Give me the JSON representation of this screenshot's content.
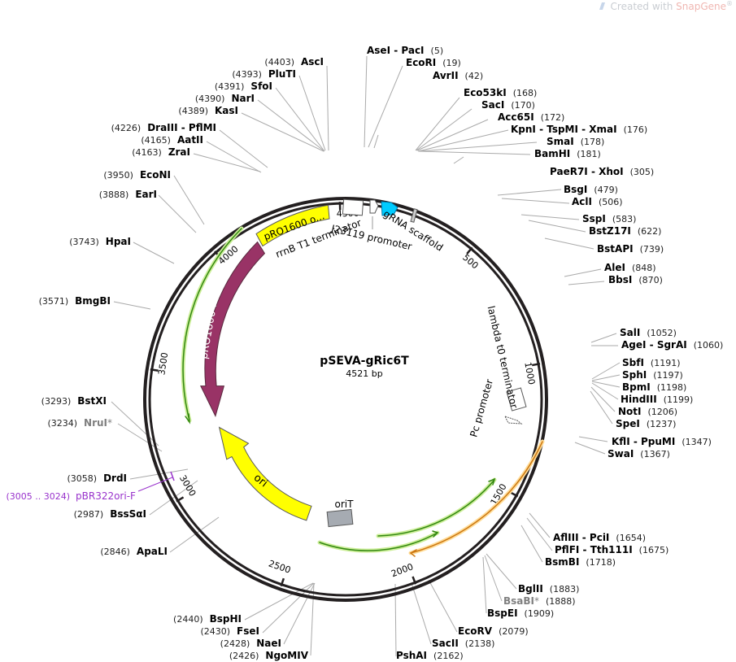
{
  "watermark": {
    "prefix": "Created with ",
    "brand": "SnapGene",
    "mark": "®"
  },
  "map": {
    "name": "pSEVA-gRic6T",
    "length_label": "4521 bp",
    "total_bp": 4521,
    "ticks": [
      {
        "bp": 500,
        "label": "500"
      },
      {
        "bp": 1000,
        "label": "1000"
      },
      {
        "bp": 1500,
        "label": "1500"
      },
      {
        "bp": 2000,
        "label": "2000"
      },
      {
        "bp": 2500,
        "label": "2500"
      },
      {
        "bp": 3000,
        "label": "3000"
      },
      {
        "bp": 3500,
        "label": "3500"
      },
      {
        "bp": 4000,
        "label": "4000"
      },
      {
        "bp": 4500,
        "label": "4500"
      }
    ],
    "colors": {
      "backbone": "#231f20",
      "enzyme_text": "#000000",
      "enzyme_pos": "#222222",
      "nonunique_enzyme": "#7f7f7f",
      "primer": "#9933cc",
      "ori": "#ffff00",
      "rep": "#993366",
      "marker_green": "#33aa11",
      "marker_orange": "#dd8822",
      "gRNA": "#00ccff",
      "oriT": "#a6abb2"
    },
    "features": [
      {
        "id": "ori",
        "label": "ori"
      },
      {
        "id": "rep",
        "label": "pRO1600 Rep"
      },
      {
        "id": "pro1600ori",
        "label": "pRO1600 o..."
      },
      {
        "id": "rrnB",
        "label": "rrnB T1 terminator"
      },
      {
        "id": "j23119",
        "label": "J23119 promoter"
      },
      {
        "id": "grna",
        "label": "gRNA scaffold"
      },
      {
        "id": "lambda",
        "label": "lambda t0 terminator"
      },
      {
        "id": "pc",
        "label": "Pc promoter"
      },
      {
        "id": "orit",
        "label": "oriT"
      }
    ],
    "primer": {
      "name": "pBR322ori-F",
      "pos": "(3005 .. 3024)"
    },
    "enzymes": [
      {
        "name": "AseI - PacI",
        "pos": "(5)"
      },
      {
        "name": "EcoRI",
        "pos": "(19)"
      },
      {
        "name": "AvrII",
        "pos": "(42)"
      },
      {
        "name": "Eco53kI",
        "pos": "(168)"
      },
      {
        "name": "SacI",
        "pos": "(170)"
      },
      {
        "name": "Acc65I",
        "pos": "(172)"
      },
      {
        "name": "KpnI - TspMI - XmaI",
        "pos": "(176)"
      },
      {
        "name": "SmaI",
        "pos": "(178)"
      },
      {
        "name": "BamHI",
        "pos": "(181)"
      },
      {
        "name": "PaeR7I - XhoI",
        "pos": "(305)"
      },
      {
        "name": "BsgI",
        "pos": "(479)"
      },
      {
        "name": "AclI",
        "pos": "(506)"
      },
      {
        "name": "SspI",
        "pos": "(583)"
      },
      {
        "name": "BstZ17I",
        "pos": "(622)"
      },
      {
        "name": "BstAPI",
        "pos": "(739)"
      },
      {
        "name": "AleI",
        "pos": "(848)"
      },
      {
        "name": "BbsI",
        "pos": "(870)"
      },
      {
        "name": "SalI",
        "pos": "(1052)"
      },
      {
        "name": "AgeI - SgrAI",
        "pos": "(1060)"
      },
      {
        "name": "SbfI",
        "pos": "(1191)"
      },
      {
        "name": "SphI",
        "pos": "(1197)"
      },
      {
        "name": "BpmI",
        "pos": "(1198)"
      },
      {
        "name": "HindIII",
        "pos": "(1199)"
      },
      {
        "name": "NotI",
        "pos": "(1206)"
      },
      {
        "name": "SpeI",
        "pos": "(1237)"
      },
      {
        "name": "KflI - PpuMI",
        "pos": "(1347)"
      },
      {
        "name": "SwaI",
        "pos": "(1367)"
      },
      {
        "name": "AflIII - PciI",
        "pos": "(1654)"
      },
      {
        "name": "PflFI - Tth111I",
        "pos": "(1675)"
      },
      {
        "name": "BsmBI",
        "pos": "(1718)"
      },
      {
        "name": "BglII",
        "pos": "(1883)"
      },
      {
        "name": "BsaBI",
        "pos": "(1888)",
        "star": "*",
        "gray": true
      },
      {
        "name": "BspEI",
        "pos": "(1909)"
      },
      {
        "name": "EcoRV",
        "pos": "(2079)"
      },
      {
        "name": "SacII",
        "pos": "(2138)"
      },
      {
        "name": "PshAI",
        "pos": "(2162)"
      },
      {
        "name": "BspHI",
        "pos": "(2440)"
      },
      {
        "name": "FseI",
        "pos": "(2430)"
      },
      {
        "name": "NaeI",
        "pos": "(2428)"
      },
      {
        "name": "NgoMIV",
        "pos": "(2426)"
      },
      {
        "name": "ApaLI",
        "pos": "(2846)"
      },
      {
        "name": "BssSαI",
        "pos": "(2987)"
      },
      {
        "name": "DrdI",
        "pos": "(3058)"
      },
      {
        "name": "NruI",
        "pos": "(3234)",
        "star": "*",
        "gray": true
      },
      {
        "name": "BstXI",
        "pos": "(3293)"
      },
      {
        "name": "BmgBI",
        "pos": "(3571)"
      },
      {
        "name": "HpaI",
        "pos": "(3743)"
      },
      {
        "name": "EarI",
        "pos": "(3888)"
      },
      {
        "name": "EcoNI",
        "pos": "(3950)"
      },
      {
        "name": "ZraI",
        "pos": "(4163)"
      },
      {
        "name": "AatII",
        "pos": "(4165)"
      },
      {
        "name": "DraIII - PflMI",
        "pos": "(4226)"
      },
      {
        "name": "KasI",
        "pos": "(4389)"
      },
      {
        "name": "NarI",
        "pos": "(4390)"
      },
      {
        "name": "SfoI",
        "pos": "(4391)"
      },
      {
        "name": "PluTI",
        "pos": "(4393)"
      },
      {
        "name": "AscI",
        "pos": "(4403)"
      }
    ]
  }
}
